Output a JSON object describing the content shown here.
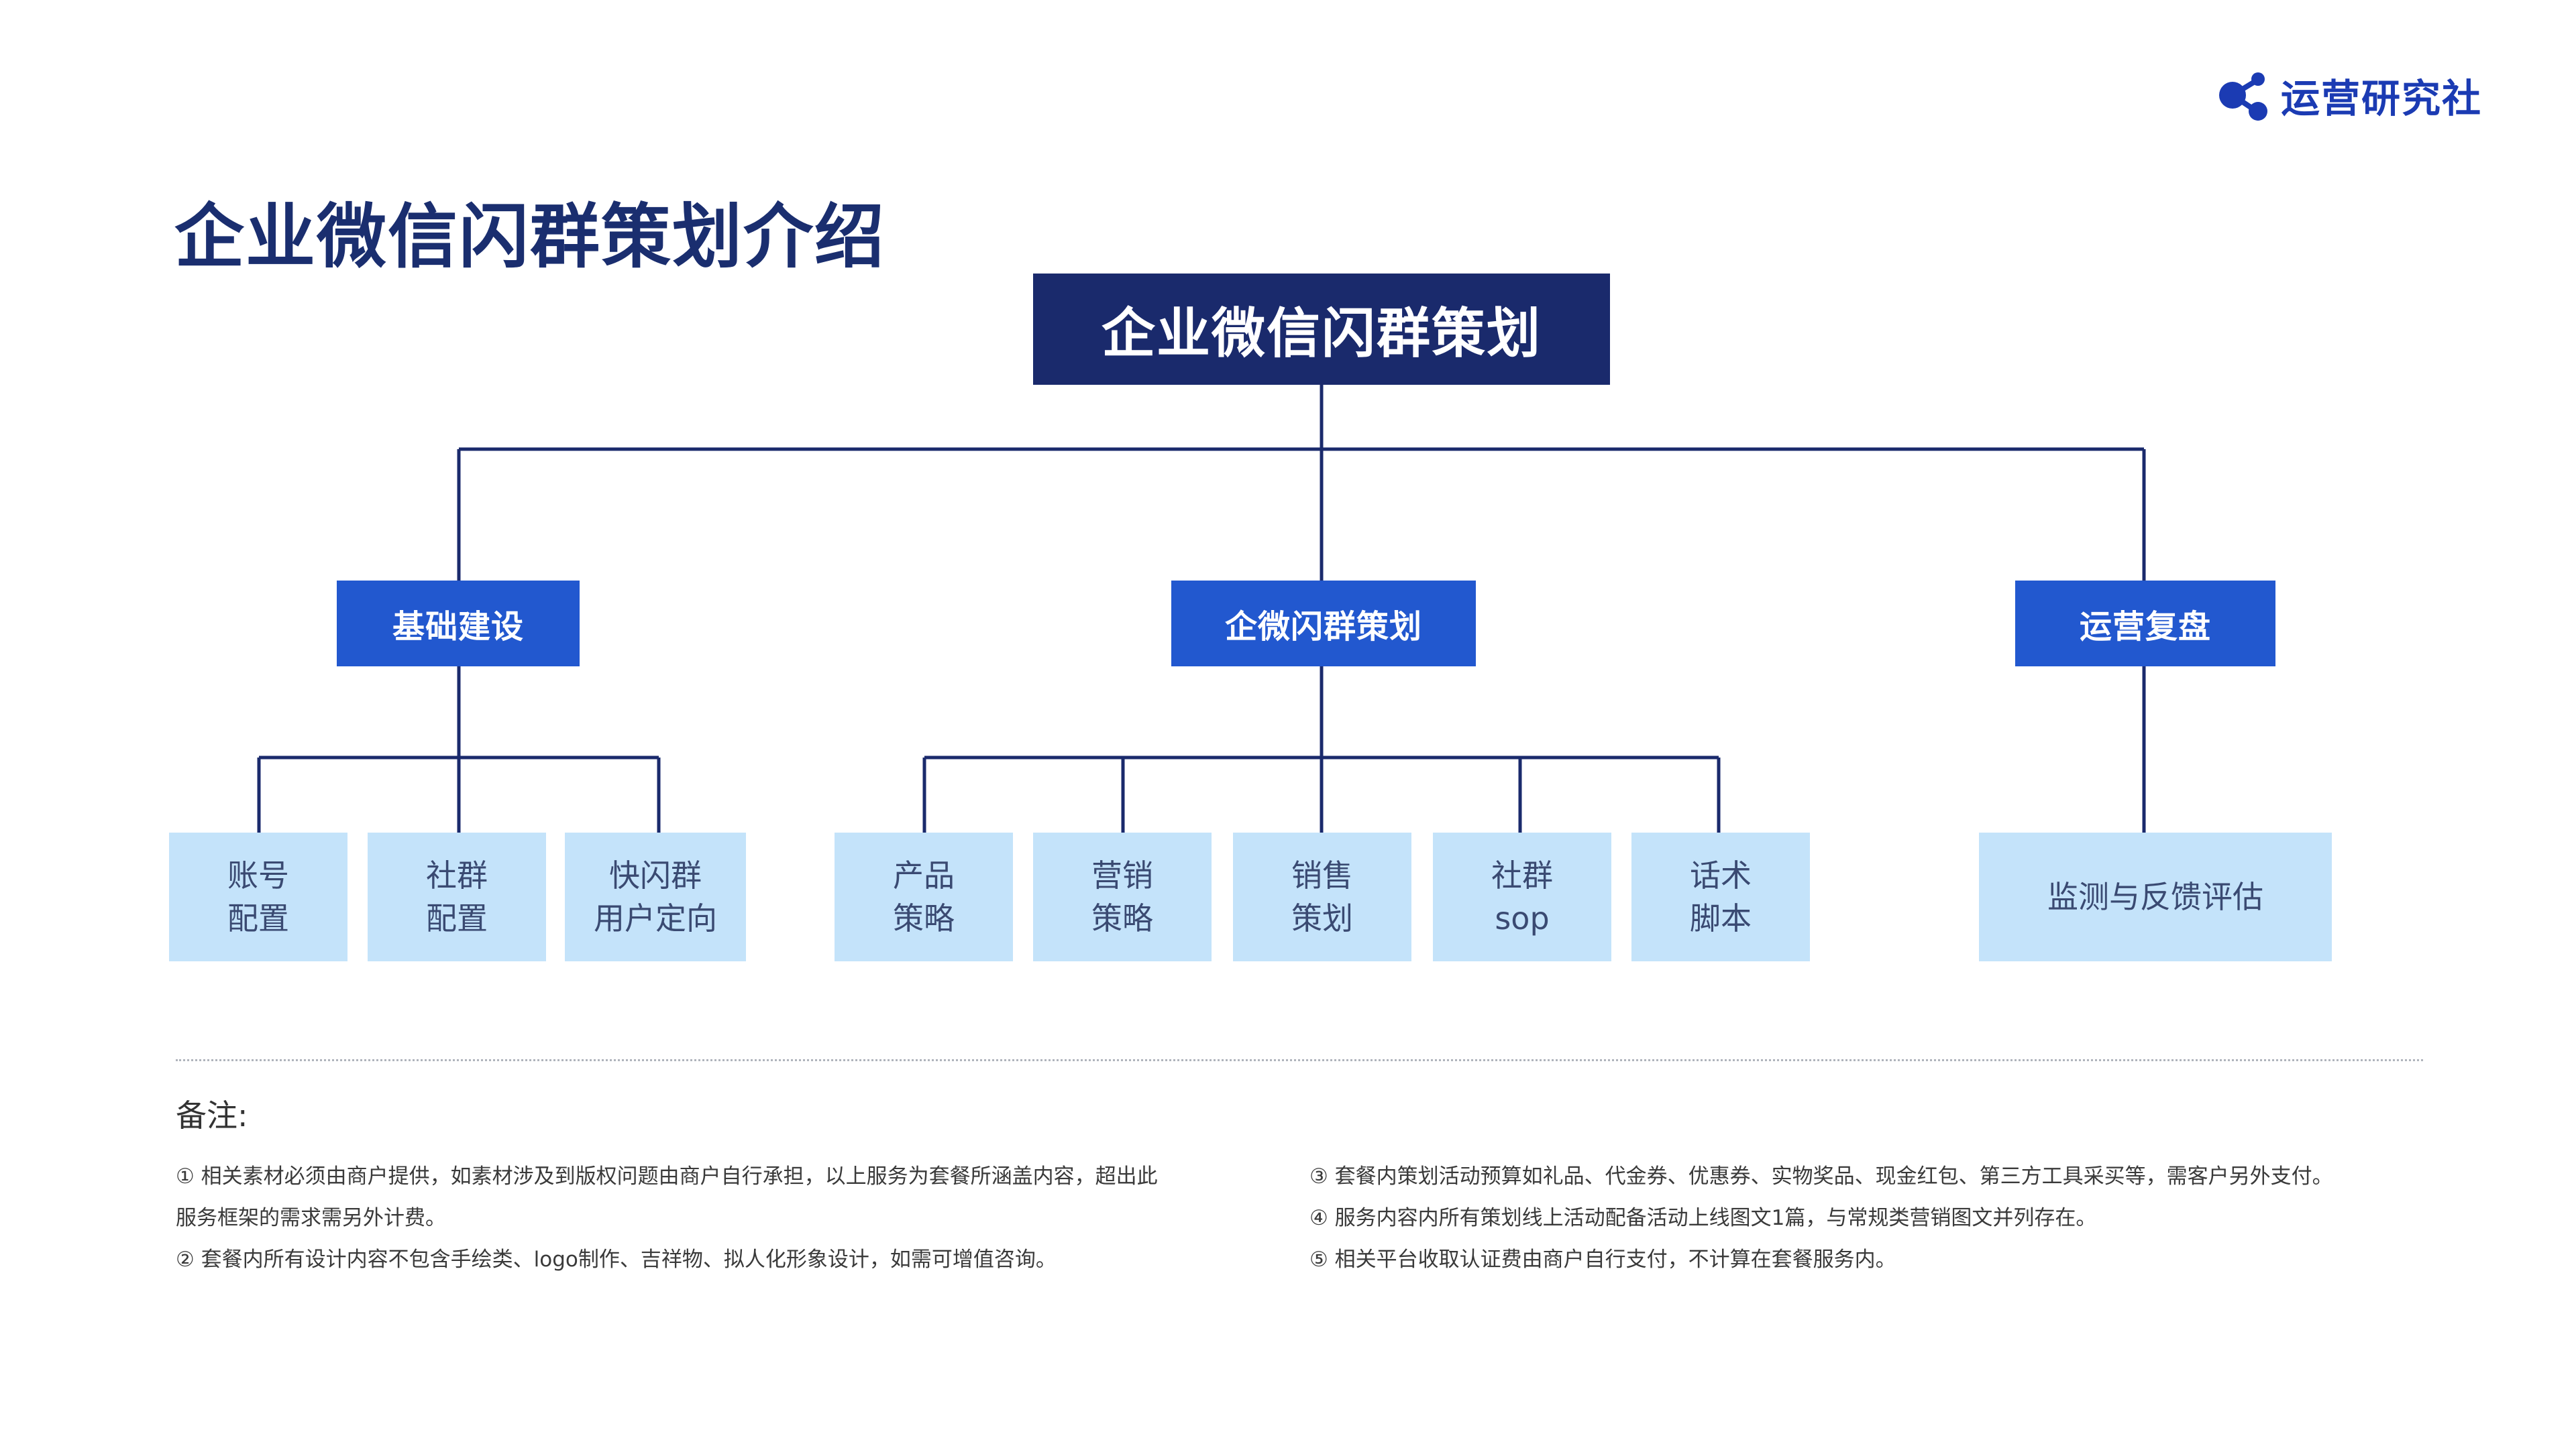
{
  "brand": {
    "name": "运营研究社",
    "color": "#1b3bb3"
  },
  "page_title": "企业微信闪群策划介绍",
  "diagram": {
    "root": "企业微信闪群策划",
    "branches": [
      {
        "label": "基础建设",
        "children": [
          {
            "lines": [
              "账号",
              "配置"
            ]
          },
          {
            "lines": [
              "社群",
              "配置"
            ]
          },
          {
            "lines": [
              "快闪群",
              "用户定向"
            ]
          }
        ]
      },
      {
        "label": "企微闪群策划",
        "children": [
          {
            "lines": [
              "产品",
              "策略"
            ]
          },
          {
            "lines": [
              "营销",
              "策略"
            ]
          },
          {
            "lines": [
              "销售",
              "策划"
            ]
          },
          {
            "lines": [
              "社群",
              "sop"
            ]
          },
          {
            "lines": [
              "话术",
              "脚本"
            ]
          }
        ]
      },
      {
        "label": "运营复盘",
        "children": [
          {
            "lines": [
              "监测与反馈评估"
            ]
          }
        ]
      }
    ],
    "colors": {
      "root": "#1a2a6c",
      "level1": "#2258cf",
      "level2": "#c4e3fa",
      "connector": "#1a2a6c"
    }
  },
  "notes": {
    "title": "备注:",
    "left": [
      "① 相关素材必须由商户提供，如素材涉及到版权问题由商户自行承担，以上服务为套餐所涵盖内容，超出此",
      "服务框架的需求需另外计费。",
      "② 套餐内所有设计内容不包含手绘类、logo制作、吉祥物、拟人化形象设计，如需可增值咨询。"
    ],
    "right": [
      "③ 套餐内策划活动预算如礼品、代金券、优惠券、实物奖品、现金红包、第三方工具采买等，需客户另外支付。",
      "④ 服务内容内所有策划线上活动配备活动上线图文1篇，与常规类营销图文并列存在。",
      "⑤ 相关平台收取认证费由商户自行支付，不计算在套餐服务内。"
    ]
  }
}
